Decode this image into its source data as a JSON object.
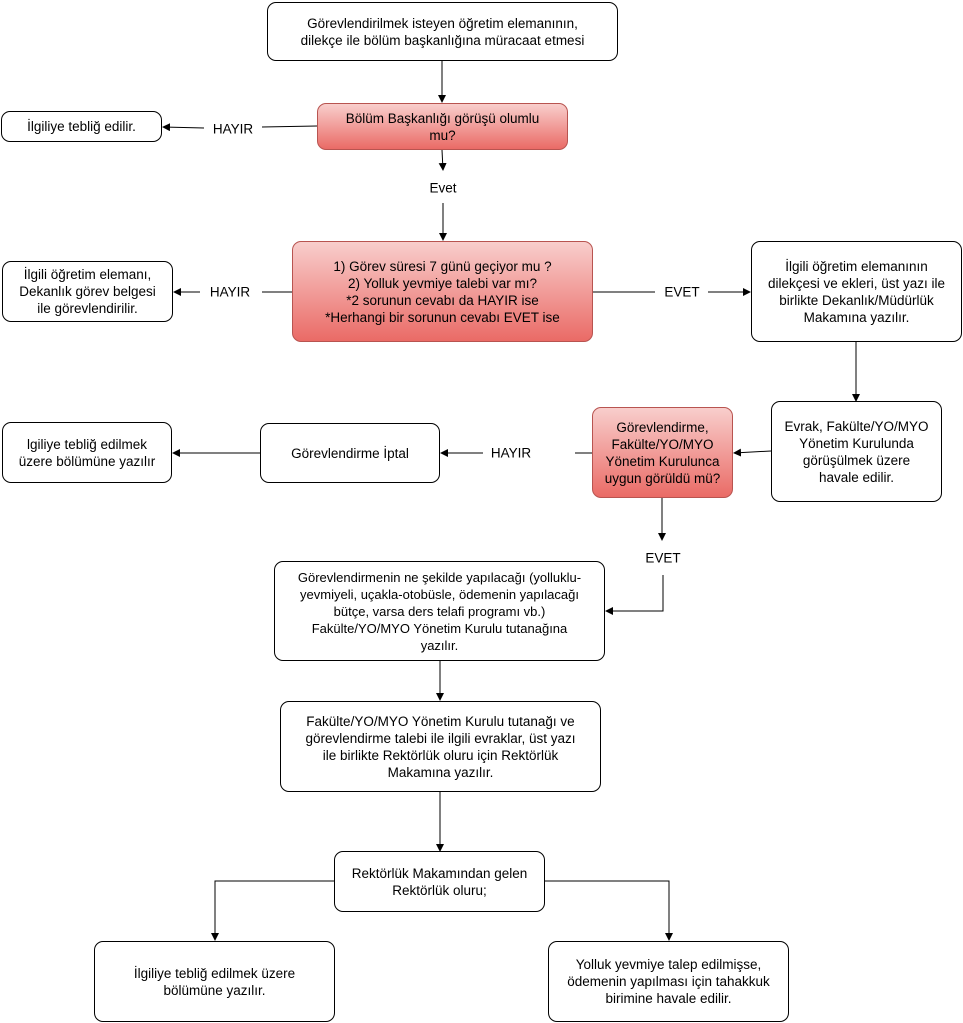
{
  "nodes": {
    "start": "Görevlendirilmek isteyen öğretim elemanının,\ndilekçe ile bölüm başkanlığına müracaat etmesi",
    "dept_decision": "Bölüm Başkanlığı görüşü olumlu\nmu?",
    "notify_left1": "İlgiliye tebliğ edilir.",
    "duration_decision": "1) Görev süresi 7 günü geçiyor mu ?\n2) Yolluk yevmiye talebi var mı?\n*2 sorunun cevabı da HAYIR ise\n*Herhangi bir sorunun cevabı EVET ise",
    "dean_certificate": "İlgili öğretim elemanı,\nDekanlık görev belgesi\nile görevlendirilir.",
    "dean_letter": "İlgili öğretim elemanının\ndilekçesi ve ekleri, üst yazı ile\nbirlikte Dekanlık/Müdürlük\nMakamına yazılır.",
    "board_referral": "Evrak, Fakülte/YO/MYO\nYönetim Kurulunda\ngörüşülmek üzere\nhavale edilir.",
    "board_decision": "Görevlendirme,\nFakülte/YO/MYO\nYönetim Kurulunca\nuygun görüldü mü?",
    "cancel": "Görevlendirme İptal",
    "notify_dept": "lgiliye tebliğ edilmek\nüzere bölümüne yazılır",
    "minutes": "Görevlendirmenin ne şekilde yapılacağı (yolluklu-\nyevmiyeli, uçakla-otobüsle, ödemenin yapılacağı\nbütçe, varsa ders telafi programı vb.)\nFakülte/YO/MYO Yönetim Kurulu tutanağına\nyazılır.",
    "rector_letter": "Fakülte/YO/MYO Yönetim Kurulu tutanağı ve\ngörevlendirme talebi ile ilgili evraklar, üst yazı\nile birlikte Rektörlük oluru için Rektörlük\nMakamına yazılır.",
    "rector_approval": "Rektörlük Makamından gelen\nRektörlük oluru;",
    "notify_final": "İlgiliye tebliğ edilmek üzere\nbölümüne yazılır.",
    "accrual": "Yolluk yevmiye talep edilmişse,\nödemenin yapılması için tahakkuk\nbirimine havale edilir."
  },
  "labels": {
    "no1": "HAYIR",
    "yes1": "Evet",
    "no2": "HAYIR",
    "yes2": "EVET",
    "no3": "HAYIR",
    "yes3": "EVET"
  }
}
